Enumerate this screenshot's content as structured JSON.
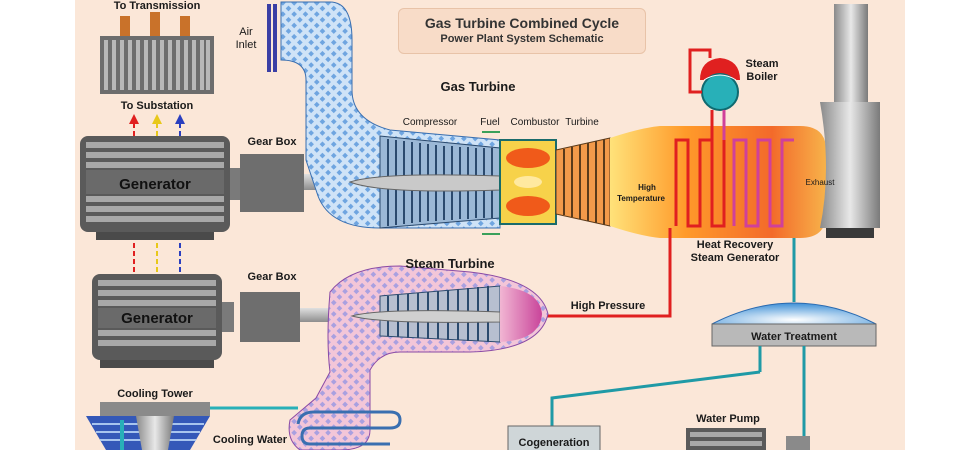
{
  "title": "Gas Turbine Combined Cycle",
  "subtitle": "Power Plant System Schematic",
  "labels": {
    "to_transmission": "To Transmission",
    "to_substation": "To Substation",
    "air_inlet_1": "Air",
    "air_inlet_2": "Inlet",
    "gas_turbine": "Gas Turbine",
    "compressor": "Compressor",
    "fuel": "Fuel",
    "combustor": "Combustor",
    "turbine": "Turbine",
    "gear_box_1": "Gear Box",
    "gear_box_2": "Gear Box",
    "generator_1": "Generator",
    "generator_2": "Generator",
    "high_temp_1": "High",
    "high_temp_2": "Temperature",
    "steam_boiler_1": "Steam",
    "steam_boiler_2": "Boiler",
    "exhaust": "Exhaust",
    "hrsg_1": "Heat Recovery",
    "hrsg_2": "Steam Generator",
    "steam_turbine": "Steam Turbine",
    "high_pressure": "High Pressure",
    "water_treatment": "Water Treatment",
    "cooling_tower": "Cooling Tower",
    "cooling_water": "Cooling Water",
    "water_pump": "Water Pump",
    "cogeneration": "Cogeneration"
  },
  "colors": {
    "background": "#fbe7d8",
    "hot_pipe": "#e02020",
    "water_pipe": "#1f9aa6",
    "arrow_red": "#e02020",
    "arrow_yellow": "#e8c81a",
    "arrow_blue": "#2a3fbf"
  }
}
